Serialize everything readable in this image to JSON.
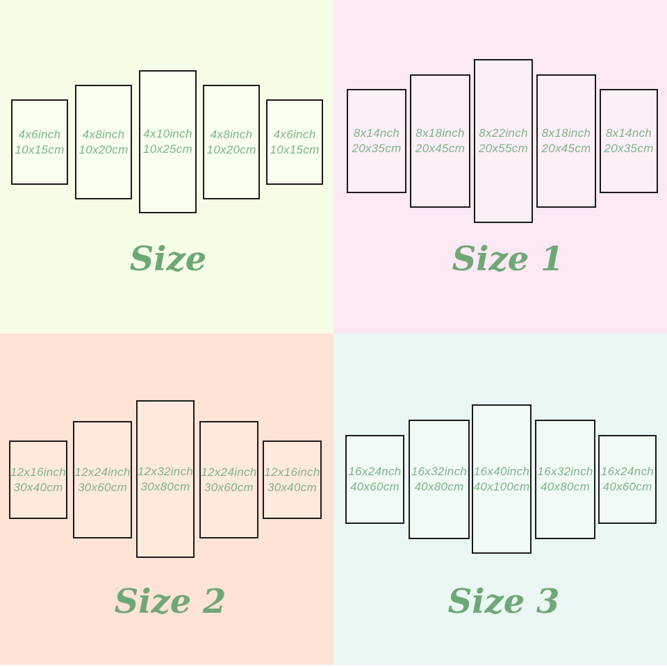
{
  "quadrants": [
    {
      "title": "Size",
      "bg": "#f5fde6",
      "panel_bg": "#f9ffee",
      "panels": [
        {
          "inch": "4x6inch",
          "cm": "10x15cm"
        },
        {
          "inch": "4x8inch",
          "cm": "10x20cm"
        },
        {
          "inch": "4x10inch",
          "cm": "10x25cm"
        },
        {
          "inch": "4x8inch",
          "cm": "10x20cm"
        },
        {
          "inch": "4x6inch",
          "cm": "10x15cm"
        }
      ]
    },
    {
      "title": "Size 1",
      "bg": "#fce9f5",
      "panel_bg": "#fdeff7",
      "panels": [
        {
          "inch": "8x14nch",
          "cm": "20x35cm"
        },
        {
          "inch": "8x18inch",
          "cm": "20x45cm"
        },
        {
          "inch": "8x22inch",
          "cm": "20x55cm"
        },
        {
          "inch": "8x18inch",
          "cm": "20x45cm"
        },
        {
          "inch": "8x14nch",
          "cm": "20x35cm"
        }
      ]
    },
    {
      "title": "Size 2",
      "bg": "#ffe3d7",
      "panel_bg": "#ffeadd",
      "panels": [
        {
          "inch": "12x16inch",
          "cm": "30x40cm"
        },
        {
          "inch": "12x24inch",
          "cm": "30x60cm"
        },
        {
          "inch": "12x32inch",
          "cm": "30x80cm"
        },
        {
          "inch": "12x24inch",
          "cm": "30x60cm"
        },
        {
          "inch": "12x16inch",
          "cm": "30x40cm"
        }
      ]
    },
    {
      "title": "Size 3",
      "bg": "#ebf7f4",
      "panel_bg": "#f1faf5",
      "panels": [
        {
          "inch": "16x24nch",
          "cm": "40x60cm"
        },
        {
          "inch": "16x32inch",
          "cm": "40x80cm"
        },
        {
          "inch": "16x40inch",
          "cm": "40x100cm"
        },
        {
          "inch": "16x32inch",
          "cm": "40x80cm"
        },
        {
          "inch": "16x24nch",
          "cm": "40x60cm"
        }
      ]
    }
  ],
  "colors": {
    "label_green": "#7eb489",
    "title_green": "#6fa877",
    "panel_border": "#1a1a1a",
    "bottom_strip": "#ffffff"
  }
}
